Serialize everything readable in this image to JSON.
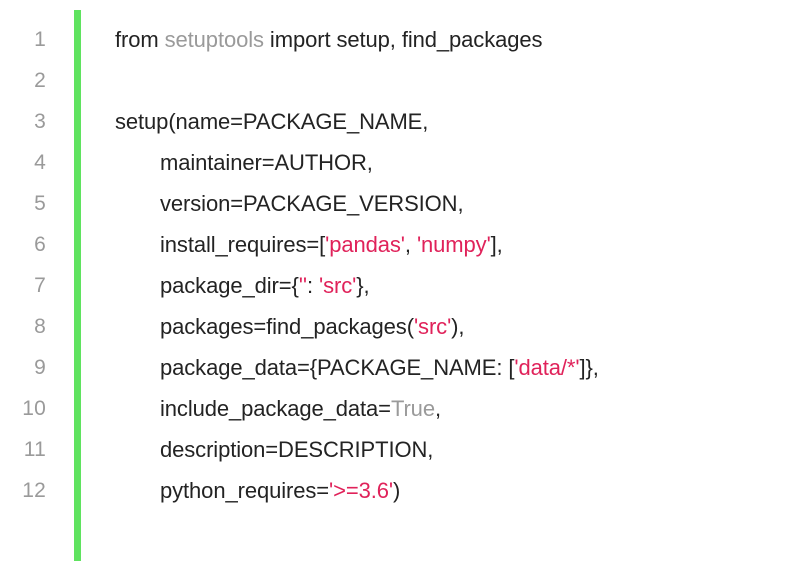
{
  "editor": {
    "language": "python",
    "background": "#ffffff",
    "accent_bar_color": "#5fe35f",
    "line_number_color": "#9a9a9a",
    "colors": {
      "plain": "#232323",
      "muted": "#9a9a9a",
      "string": "#e0225a"
    }
  },
  "line_numbers": [
    "1",
    "2",
    "3",
    "4",
    "5",
    "6",
    "7",
    "8",
    "9",
    "10",
    "11",
    "12"
  ],
  "code_lines": [
    {
      "number": "1",
      "indent": false,
      "text": "from setuptools import setup, find_packages",
      "tokens": [
        {
          "t": "from ",
          "c": "plain"
        },
        {
          "t": "setuptools",
          "c": "muted"
        },
        {
          "t": " import setup, find_packages",
          "c": "plain"
        }
      ]
    },
    {
      "number": "2",
      "indent": false,
      "text": "",
      "tokens": []
    },
    {
      "number": "3",
      "indent": false,
      "text": "setup(name=PACKAGE_NAME,",
      "tokens": [
        {
          "t": "setup(name=PACKAGE_NAME,",
          "c": "plain"
        }
      ]
    },
    {
      "number": "4",
      "indent": true,
      "text": "maintainer=AUTHOR,",
      "tokens": [
        {
          "t": "maintainer=AUTHOR,",
          "c": "plain"
        }
      ]
    },
    {
      "number": "5",
      "indent": true,
      "text": "version=PACKAGE_VERSION,",
      "tokens": [
        {
          "t": "version=PACKAGE_VERSION,",
          "c": "plain"
        }
      ]
    },
    {
      "number": "6",
      "indent": true,
      "text": "install_requires=['pandas', 'numpy'],",
      "tokens": [
        {
          "t": "install_requires=[",
          "c": "plain"
        },
        {
          "t": "'pandas'",
          "c": "string"
        },
        {
          "t": ", ",
          "c": "plain"
        },
        {
          "t": "'numpy'",
          "c": "string"
        },
        {
          "t": "],",
          "c": "plain"
        }
      ]
    },
    {
      "number": "7",
      "indent": true,
      "text": "package_dir={'': 'src'},",
      "tokens": [
        {
          "t": "package_dir={",
          "c": "plain"
        },
        {
          "t": "''",
          "c": "string"
        },
        {
          "t": ": ",
          "c": "plain"
        },
        {
          "t": "'src'",
          "c": "string"
        },
        {
          "t": "},",
          "c": "plain"
        }
      ]
    },
    {
      "number": "8",
      "indent": true,
      "text": "packages=find_packages('src'),",
      "tokens": [
        {
          "t": "packages=find_packages(",
          "c": "plain"
        },
        {
          "t": "'src'",
          "c": "string"
        },
        {
          "t": "),",
          "c": "plain"
        }
      ]
    },
    {
      "number": "9",
      "indent": true,
      "text": "package_data={PACKAGE_NAME: ['data/*']},",
      "tokens": [
        {
          "t": "package_data={PACKAGE_NAME: [",
          "c": "plain"
        },
        {
          "t": "'data/*'",
          "c": "string"
        },
        {
          "t": "]},",
          "c": "plain"
        }
      ]
    },
    {
      "number": "10",
      "indent": true,
      "text": "include_package_data=True,",
      "tokens": [
        {
          "t": "include_package_data=",
          "c": "plain"
        },
        {
          "t": "True",
          "c": "muted"
        },
        {
          "t": ",",
          "c": "plain"
        }
      ]
    },
    {
      "number": "11",
      "indent": true,
      "text": "description=DESCRIPTION,",
      "tokens": [
        {
          "t": "description=DESCRIPTION,",
          "c": "plain"
        }
      ]
    },
    {
      "number": "12",
      "indent": true,
      "text": "python_requires='>=3.6')",
      "tokens": [
        {
          "t": "python_requires=",
          "c": "plain"
        },
        {
          "t": "'>=3.6'",
          "c": "string"
        },
        {
          "t": ")",
          "c": "plain"
        }
      ]
    }
  ]
}
